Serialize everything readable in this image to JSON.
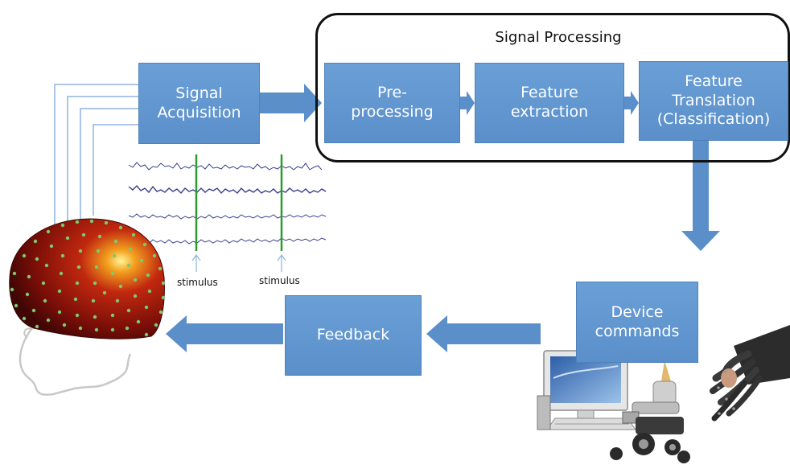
{
  "diagram": {
    "group_title": "Signal Processing",
    "boxes": {
      "signal_acquisition": "Signal\nAcquisition",
      "preprocessing": "Pre-\nprocessing",
      "feature_extraction": "Feature\nextraction",
      "feature_translation": "Feature\nTranslation\n(Classification)",
      "device_commands": "Device\ncommands",
      "feedback": "Feedback"
    },
    "stimulus_labels": [
      "stimulus",
      "stimulus"
    ],
    "colors": {
      "box_fill": "#5b8fca",
      "arrow": "#5b8fca",
      "stimulus_marker": "#2e9a2e",
      "eeg_trace": "#3b3f8f",
      "scalp": "#b0180e"
    },
    "icons": [
      "eeg-head-icon",
      "eeg-traces-icon",
      "computer-icon",
      "wheelchair-icon",
      "robotic-hand-icon"
    ]
  }
}
